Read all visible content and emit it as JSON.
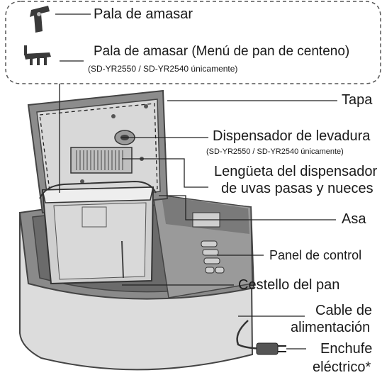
{
  "labels": {
    "kneading_blade": "Pala de amasar",
    "rye_blade": "Pala de amasar (Menú de pan de centeno)",
    "rye_blade_note": "(SD-YR2550 / SD-YR2540 únicamente)",
    "lid": "Tapa",
    "yeast_dispenser": "Dispensador de levadura",
    "yeast_dispenser_note": "(SD-YR2550 / SD-YR2540 únicamente)",
    "raisin_flap_line1": "Lengüeta del dispensador",
    "raisin_flap_line2": "de uvas pasas y nueces",
    "handle": "Asa",
    "control_panel": "Panel de control",
    "bread_pan": "Cestello del pan",
    "power_cord_line1": "Cable de",
    "power_cord_line2": "alimentación",
    "plug_line1": "Enchufe",
    "plug_line2": "eléctrico*"
  }
}
